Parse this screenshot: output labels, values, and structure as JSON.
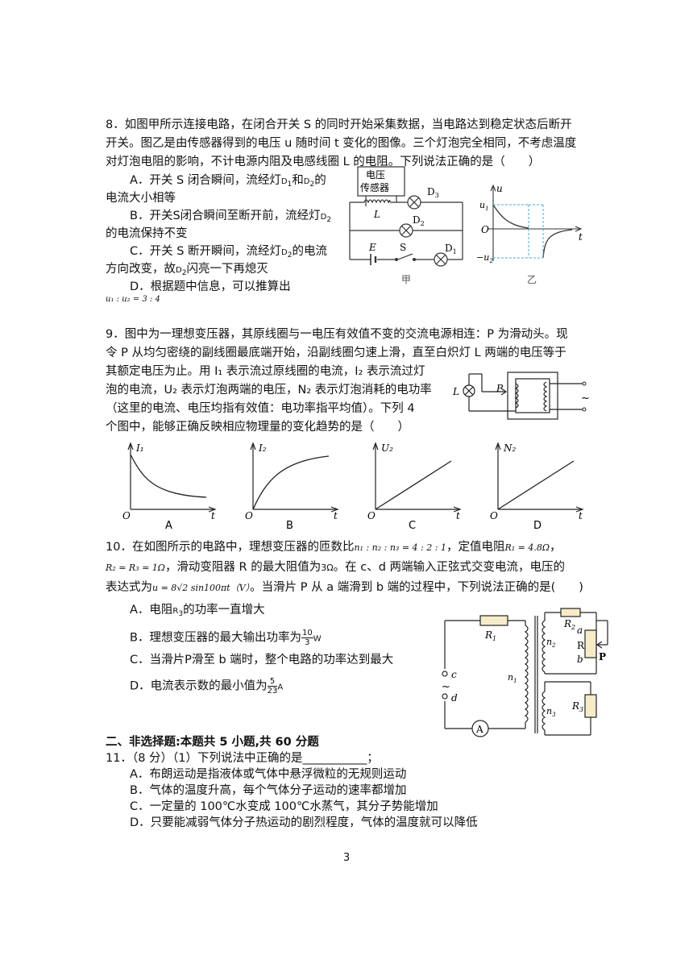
{
  "q8": {
    "stem_l1": "8．如图甲所示连接电路，在闭合开关 S 的同时开始采集数据，当电路达到稳定状态后断开",
    "stem_l2": "开关。图乙是由传感器得到的电压 u 随时间 t 变化的图像。三个灯泡完全相同，不考虑温度",
    "stem_l3": "对灯泡电阻的影响，不计电源内阻及电感线圈 L 的电阻。下列说法正确的是（　　）",
    "optA_l1": "A．开关 S 闭合瞬间，流经灯",
    "optA_d1": "D",
    "optA_s1": "1",
    "optA_and": "和",
    "optA_d2": "D",
    "optA_s2": "2",
    "optA_tail": "的",
    "optA_l2": "电流大小相等",
    "optB_l1": "B．开关S闭合瞬间至断开前，流经灯",
    "optB_d": "D",
    "optB_s": "2",
    "optB_l2": "的电流保持不变",
    "optC_l1a": "C．开关 S 断开瞬间，流经灯",
    "optC_d": "D",
    "optC_s": "2",
    "optC_l1b": "的电流",
    "optC_l2a": "方向改变，故",
    "optC_d2": "D",
    "optC_s2": "2",
    "optC_l2b": "闪亮一下再熄灭",
    "optD_l1": "D．根据题中信息，可以推算出",
    "optD_l2": "u₁ : u₂ = 3 : 4",
    "fig_jia": {
      "sensor_l1": "电压",
      "sensor_l2": "传感器",
      "L": "L",
      "D3": "D",
      "D3s": "3",
      "D2": "D",
      "D2s": "2",
      "D1": "D",
      "D1s": "1",
      "E": "E",
      "S": "S",
      "caption": "甲"
    },
    "fig_yi": {
      "u": "u",
      "u1": "u",
      "u1s": "1",
      "O": "O",
      "t": "t",
      "u2": "−u",
      "u2s": "2",
      "caption": "乙"
    }
  },
  "q9": {
    "stem_l1": "9．图中为一理想变压器，其原线圈与一电压有效值不变的交流电源相连：P 为滑动头。现",
    "stem_l2": "令 P 从均匀密绕的副线圈最底端开始，沿副线圈匀速上滑，直至白炽灯 L 两端的电压等于",
    "stem_l3": "其额定电压为止。用 I₁ 表示流过原线圈的电流，I₂ 表示流过灯",
    "stem_l4": "泡的电流，U₂ 表示灯泡两端的电压，N₂ 表示灯泡消耗的电功率",
    "stem_l5": "（这里的电流、电压均指有效值：电功率指平均值）。下列 4",
    "stem_l6": "个图中，能够正确反映相应物理量的变化趋势的是（　　）",
    "fig": {
      "L": "L",
      "P": "P",
      "ac": "~"
    },
    "graphs": [
      {
        "ylabel": "I₁",
        "O": "O",
        "t": "t",
        "caption": "A"
      },
      {
        "ylabel": "I₂",
        "O": "O",
        "t": "t",
        "caption": "B"
      },
      {
        "ylabel": "U₂",
        "O": "O",
        "t": "t",
        "caption": "C"
      },
      {
        "ylabel": "N₂",
        "O": "O",
        "t": "t",
        "caption": "D"
      }
    ]
  },
  "q10": {
    "stem_l1a": "10．在如图所示的电路中，理想变压器的匝数比",
    "stem_l1b": "n₁ : n₂ : n₃ = 4 : 2 : 1",
    "stem_l1c": "，定值电阻",
    "stem_l1d": "R₁ = 4.8Ω",
    "stem_l1e": "，",
    "stem_l2a": "R₂ = R₃ = 1Ω",
    "stem_l2b": "，滑动变阻器 R 的最大阻值为",
    "stem_l2c": "3Ω",
    "stem_l2d": "。在 c、d 两端输入正弦式交变电流，电压的",
    "stem_l3a": "表达式为",
    "stem_l3b": "u = 8√2 sin100πt（V）",
    "stem_l3c": "。当滑片 P 从 a 端滑到 b 端的过程中，下列说法正确的是(　　)",
    "optA_a": "A．电阻",
    "optA_r": "R",
    "optA_s": "3",
    "optA_b": "的功率一直增大",
    "optB_a": "B．理想变压器的最大输出功率为",
    "optB_num": "10",
    "optB_den": "3",
    "optB_u": "W",
    "optC": "C．当滑片P滑至 b 端时，整个电路的功率达到最大",
    "optD_a": "D．电流表示数的最小值为",
    "optD_num": "5",
    "optD_den": "23",
    "optD_u": "A",
    "fig": {
      "R1": "R",
      "R1s": "1",
      "R2": "R",
      "R2s": "2",
      "R3": "R",
      "R3s": "3",
      "c": "c",
      "d": "d",
      "ac": "~",
      "n1": "n",
      "n1s": "1",
      "n2": "n",
      "n2s": "2",
      "n3": "n",
      "n3s": "3",
      "a": "a",
      "b": "b",
      "R": "R",
      "P": "P",
      "A": "A"
    }
  },
  "section2": {
    "title": "二、非选择题:本题共 5 小题,共 60 分题"
  },
  "q11": {
    "stem": "11．（8 分）（1）下列说法中正确的是___________；",
    "optA": "A．布朗运动是指液体或气体中悬浮微粒的无规则运动",
    "optB": "B．气体的温度升高，每个气体分子运动的速率都增加",
    "optC": "C．一定量的 100℃水变成 100℃水蒸气，其分子势能增加",
    "optD": "D．只要能减弱气体分子热运动的剧烈程度，气体的温度就可以降低"
  },
  "page_number": "3"
}
